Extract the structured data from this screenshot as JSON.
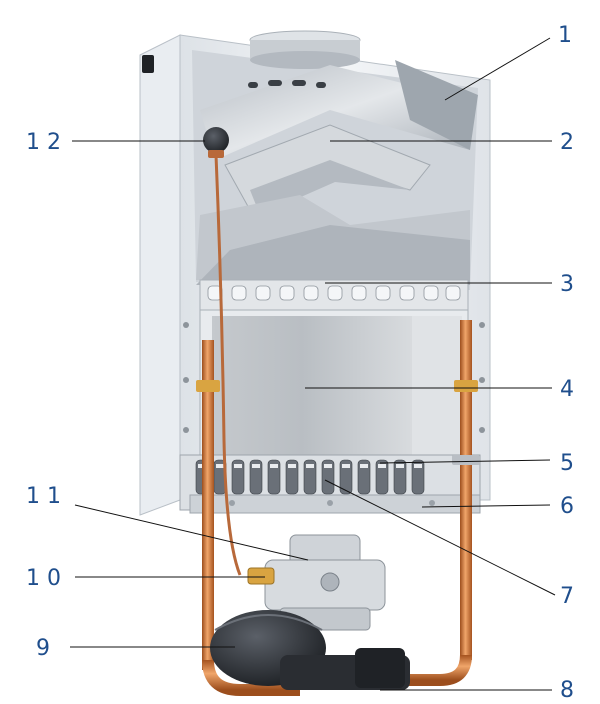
{
  "figure": {
    "callouts": [
      {
        "id": "1",
        "label": "1"
      },
      {
        "id": "2",
        "label": "2"
      },
      {
        "id": "3",
        "label": "3"
      },
      {
        "id": "4",
        "label": "4"
      },
      {
        "id": "5",
        "label": "5"
      },
      {
        "id": "6",
        "label": "6"
      },
      {
        "id": "7",
        "label": "7"
      },
      {
        "id": "8",
        "label": "8"
      },
      {
        "id": "9",
        "label": "9"
      },
      {
        "id": "10",
        "label": "1 0"
      },
      {
        "id": "11",
        "label": "1 1"
      },
      {
        "id": "12",
        "label": "1 2"
      }
    ]
  },
  "colors": {
    "label": "#1f4e8c",
    "casing": "#eef1f4",
    "steel": "#c9cdd2",
    "copper": "#c8733a",
    "brass": "#d9a441",
    "dark": "#2b2e33"
  }
}
